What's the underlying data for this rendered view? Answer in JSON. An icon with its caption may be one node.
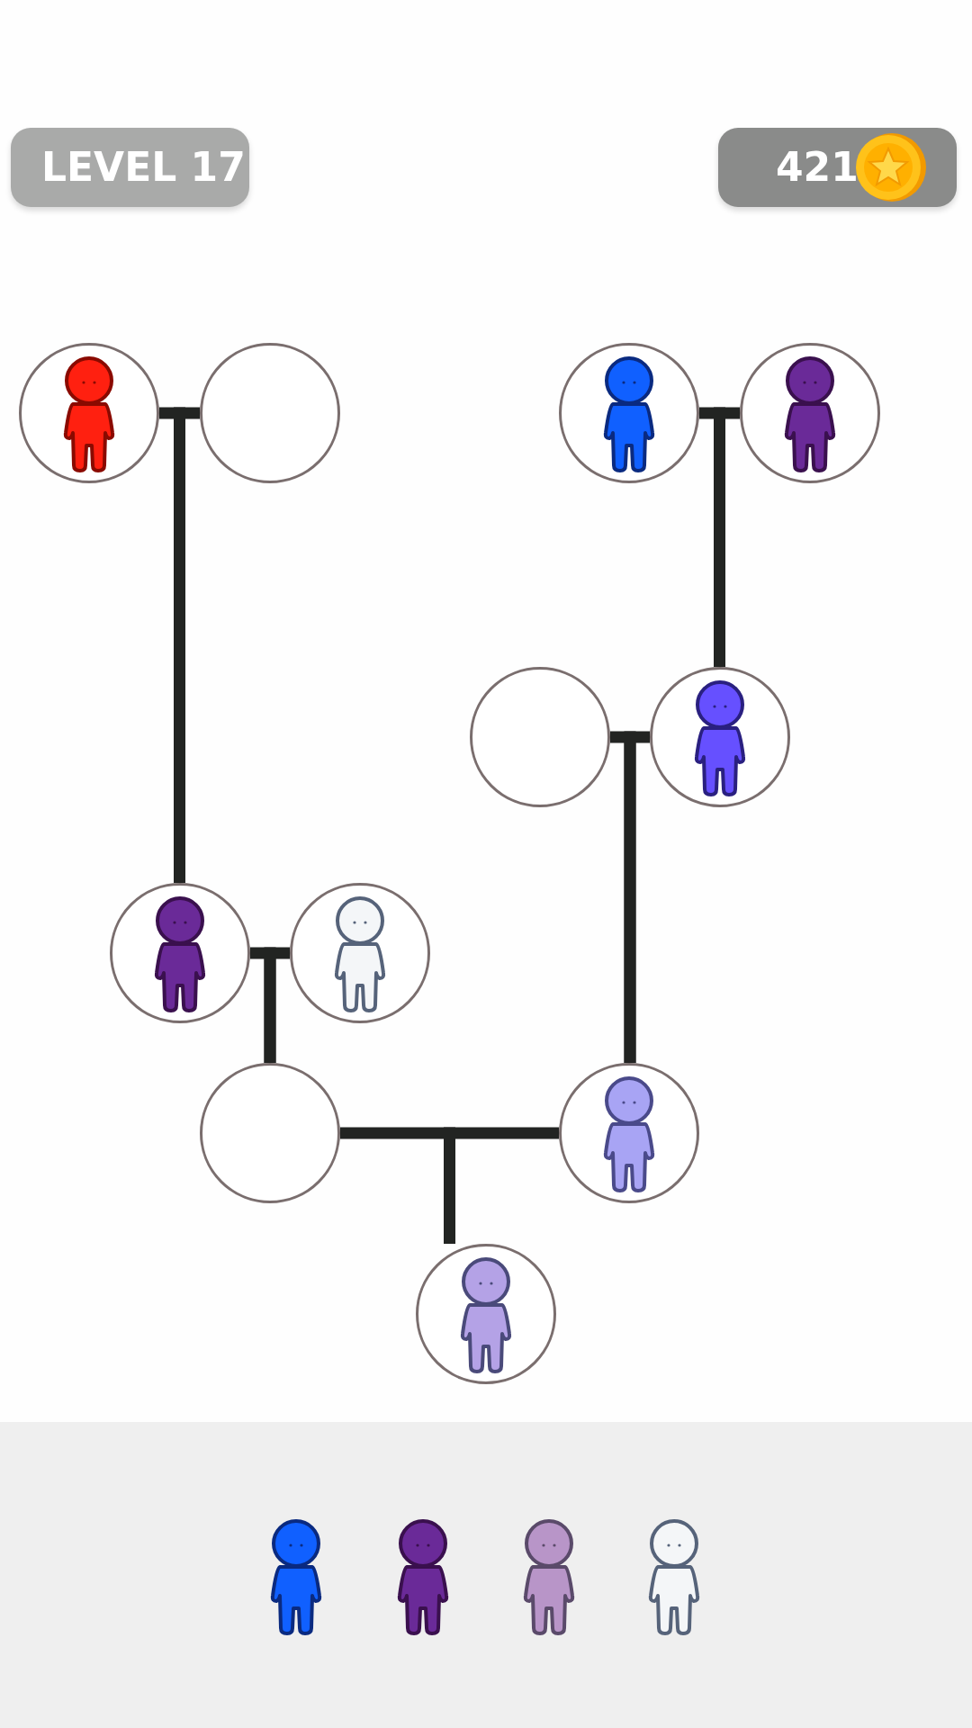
{
  "diagram": {
    "nodes": [
      {
        "text": [],
        "shape": "circle"
      },
      {
        "text": [],
        "shape": "circle"
      },
      {
        "text": [],
        "shape": "circle"
      },
      {
        "text": [],
        "shape": "circle"
      },
      {
        "text": [],
        "shape": "circle"
      },
      {
        "text": [],
        "shape": "circle"
      },
      {
        "text": [],
        "shape": "circle"
      },
      {
        "text": [],
        "shape": "circle"
      },
      {
        "text": [],
        "shape": "circle"
      },
      {
        "text": [],
        "shape": "circle"
      },
      {
        "text": [],
        "shape": "circle"
      },
      {
        "text": [],
        "shape": "person"
      },
      {
        "text": [],
        "shape": "person"
      },
      {
        "text": [],
        "shape": "person"
      },
      {
        "text": [],
        "shape": "person"
      }
    ],
    "edges": [
      {
        "from": 0,
        "to": 6,
        "arrow": "none"
      },
      {
        "from": 1,
        "to": 6,
        "arrow": "none"
      },
      {
        "from": 2,
        "to": 5,
        "arrow": "none"
      },
      {
        "from": 3,
        "to": 5,
        "arrow": "none"
      },
      {
        "from": 4,
        "to": 9,
        "arrow": "none"
      },
      {
        "from": 5,
        "to": 9,
        "arrow": "none"
      },
      {
        "from": 6,
        "to": 8,
        "arrow": "none"
      },
      {
        "from": 7,
        "to": 8,
        "arrow": "none"
      },
      {
        "from": 8,
        "to": 10,
        "arrow": "none"
      },
      {
        "from": 9,
        "to": 10,
        "arrow": "none"
      }
    ],
    "labels": [
      "LEVEL 17",
      "421"
    ]
  }
}
